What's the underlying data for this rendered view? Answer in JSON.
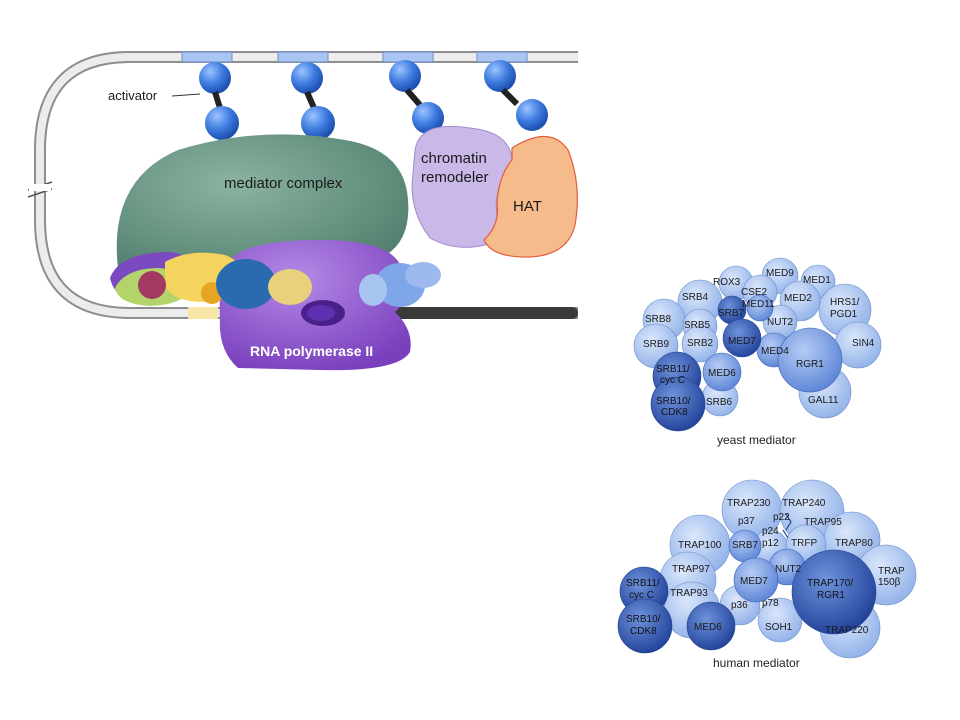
{
  "left_panel": {
    "activator_label": "activator",
    "mediator_label": "mediator complex",
    "chromatin_label_line1": "chromatin",
    "chromatin_label_line2": "remodeler",
    "hat_label": "HAT",
    "polymerase_label": "RNA polymerase II"
  },
  "yeast": {
    "caption": "yeast mediator",
    "subunits": [
      "ROX3",
      "MED9",
      "MED1",
      "CSE2",
      "SRB4",
      "MED11",
      "MED2",
      "HRS1/",
      "PGD1",
      "SRB8",
      "SRB7",
      "NUT2",
      "SRB5",
      "SRB9",
      "SRB2",
      "MED7",
      "MED4",
      "SIN4",
      "SRB11/",
      "cyc C",
      "MED6",
      "RGR1",
      "SRB10/",
      "CDK8",
      "SRB6",
      "GAL11"
    ]
  },
  "human": {
    "caption": "human mediator",
    "subunits": [
      "TRAP230",
      "TRAP240",
      "p37",
      "p22",
      "p24",
      "TRAP95",
      "TRAP100",
      "SRB7",
      "p12",
      "TRFP",
      "TRAP80",
      "TRAP97",
      "NUT2",
      "TRAP",
      "150β",
      "SRB11/",
      "cyc C",
      "MED7",
      "TRAP170/",
      "RGR1",
      "TRAP93",
      "p36",
      "p78",
      "SRB10/",
      "CDK8",
      "MED6",
      "SOH1",
      "TRAP220"
    ]
  },
  "colors": {
    "dna": "#cfcfcf",
    "activator": "#3f7de0",
    "mediator": "#5f8f7c",
    "chromatin_remodeler": "#c8b9e6",
    "hat": "#f5b98a",
    "polymerase": "#8a4fc7",
    "subunit_light": "#a9c3ee",
    "subunit_mid": "#6f93dc",
    "subunit_dark": "#2f55b4"
  }
}
